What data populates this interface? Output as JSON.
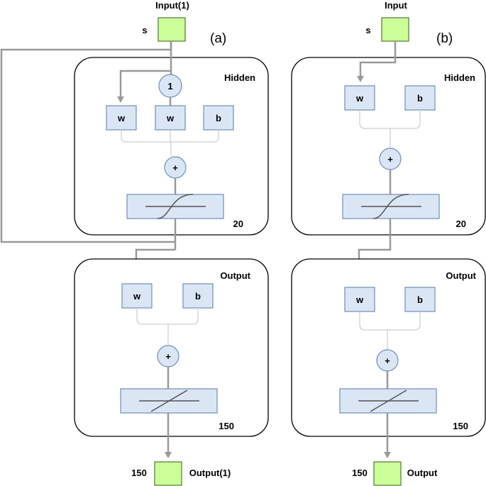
{
  "diagram_a": {
    "panel_label": "(a)",
    "input_title": "Input(1)",
    "input_symbol": "s",
    "hidden_title": "Hidden",
    "hidden_size": "20",
    "hidden_const": "1",
    "hidden_w1": "w",
    "hidden_w2": "w",
    "hidden_b": "b",
    "hidden_sum": "+",
    "output_title": "Output",
    "output_size": "150",
    "output_w": "w",
    "output_b": "b",
    "output_sum": "+",
    "out_size_label": "150",
    "out_title": "Output(1)"
  },
  "diagram_b": {
    "panel_label": "(b)",
    "input_title": "Input",
    "input_symbol": "s",
    "hidden_title": "Hidden",
    "hidden_size": "20",
    "hidden_w": "w",
    "hidden_b": "b",
    "hidden_sum": "+",
    "output_title": "Output",
    "output_size": "150",
    "output_w": "w",
    "output_b": "b",
    "output_sum": "+",
    "out_size_label": "150",
    "out_title": "Output"
  },
  "colors": {
    "input_output_fill": "#ccff99",
    "block_fill": "#dbe6f5",
    "block_stroke": "#6c8ebf",
    "wire": "#999999"
  },
  "icons": {
    "hidden_transfer": "tansig-icon",
    "output_transfer": "purelin-icon"
  }
}
